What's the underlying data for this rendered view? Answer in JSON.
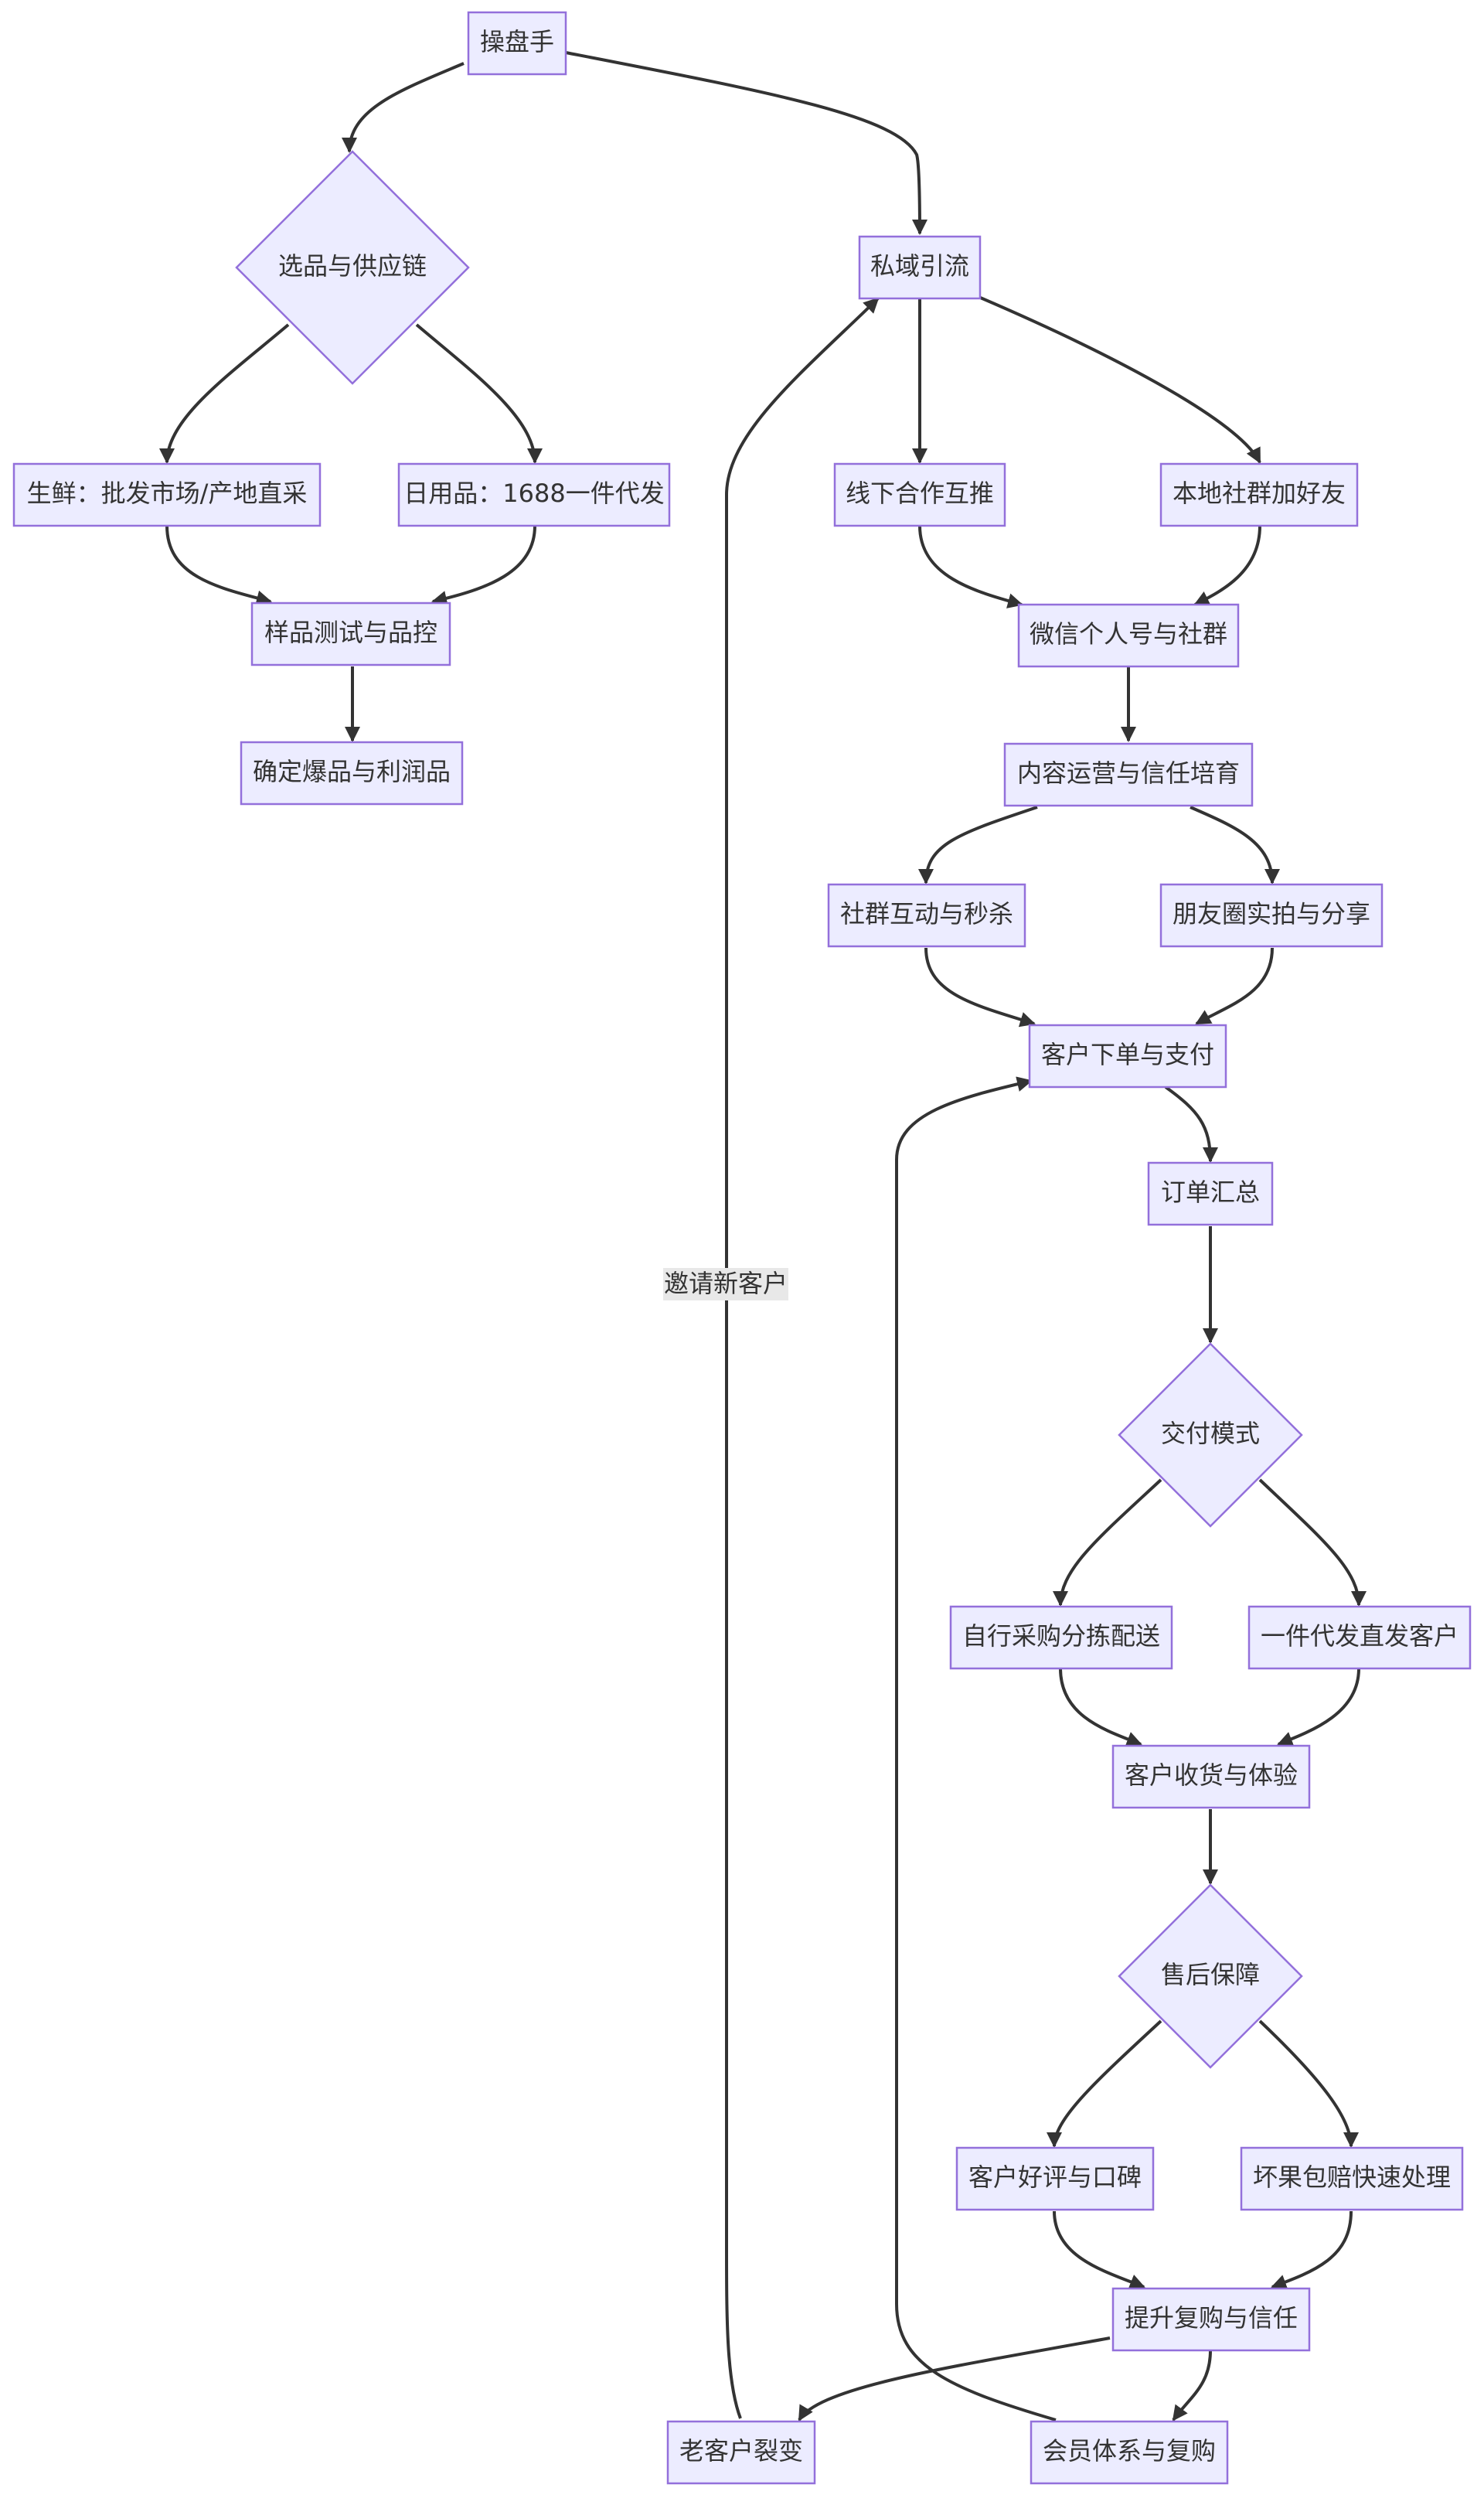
{
  "nodes": {
    "operator": "操盘手",
    "sourcing": "选品与供应链",
    "fresh": "生鲜：批发市场/产地直采",
    "daily": "日用品：1688一件代发",
    "sample": "样品测试与品控",
    "hero_products": "确定爆品与利润品",
    "private_traffic": "私域引流",
    "offline_promo": "线下合作互推",
    "local_groups": "本地社群加好友",
    "wechat": "微信个人号与社群",
    "content_ops": "内容运营与信任培育",
    "group_flash": "社群互动与秒杀",
    "moments": "朋友圈实拍与分享",
    "order_pay": "客户下单与支付",
    "order_summary": "订单汇总",
    "delivery_mode": "交付模式",
    "self_pick": "自行采购分拣配送",
    "dropship": "一件代发直发客户",
    "receive": "客户收货与体验",
    "after_sales": "售后保障",
    "good_reviews": "客户好评与口碑",
    "bad_fruit": "坏果包赔快速处理",
    "retention": "提升复购与信任",
    "referral": "老客户裂变",
    "membership": "会员体系与复购"
  },
  "edge_labels": {
    "invite": "邀请新客户"
  }
}
